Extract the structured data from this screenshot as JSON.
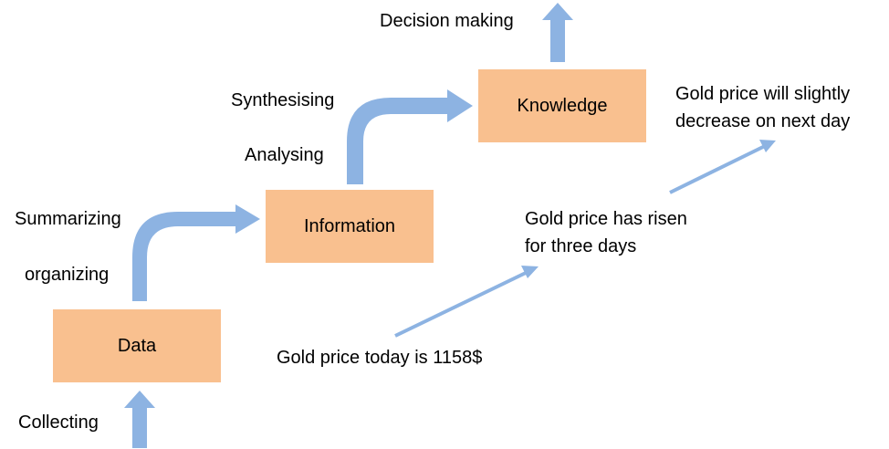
{
  "colors": {
    "box_fill": "#f9c08f",
    "arrow_fill": "#8db3e2"
  },
  "boxes": {
    "data": "Data",
    "information": "Information",
    "knowledge": "Knowledge"
  },
  "steps": {
    "collecting": "Collecting",
    "organizing": "organizing",
    "summarizing": "Summarizing",
    "analysing": "Analysing",
    "synthesising": "Synthesising",
    "decision_making": "Decision making"
  },
  "example": {
    "data_line": "Gold price today is 1158$",
    "information_line1": "Gold price has risen",
    "information_line2": "for three days",
    "knowledge_line1": "Gold price will slightly",
    "knowledge_line2": "decrease on next day"
  }
}
